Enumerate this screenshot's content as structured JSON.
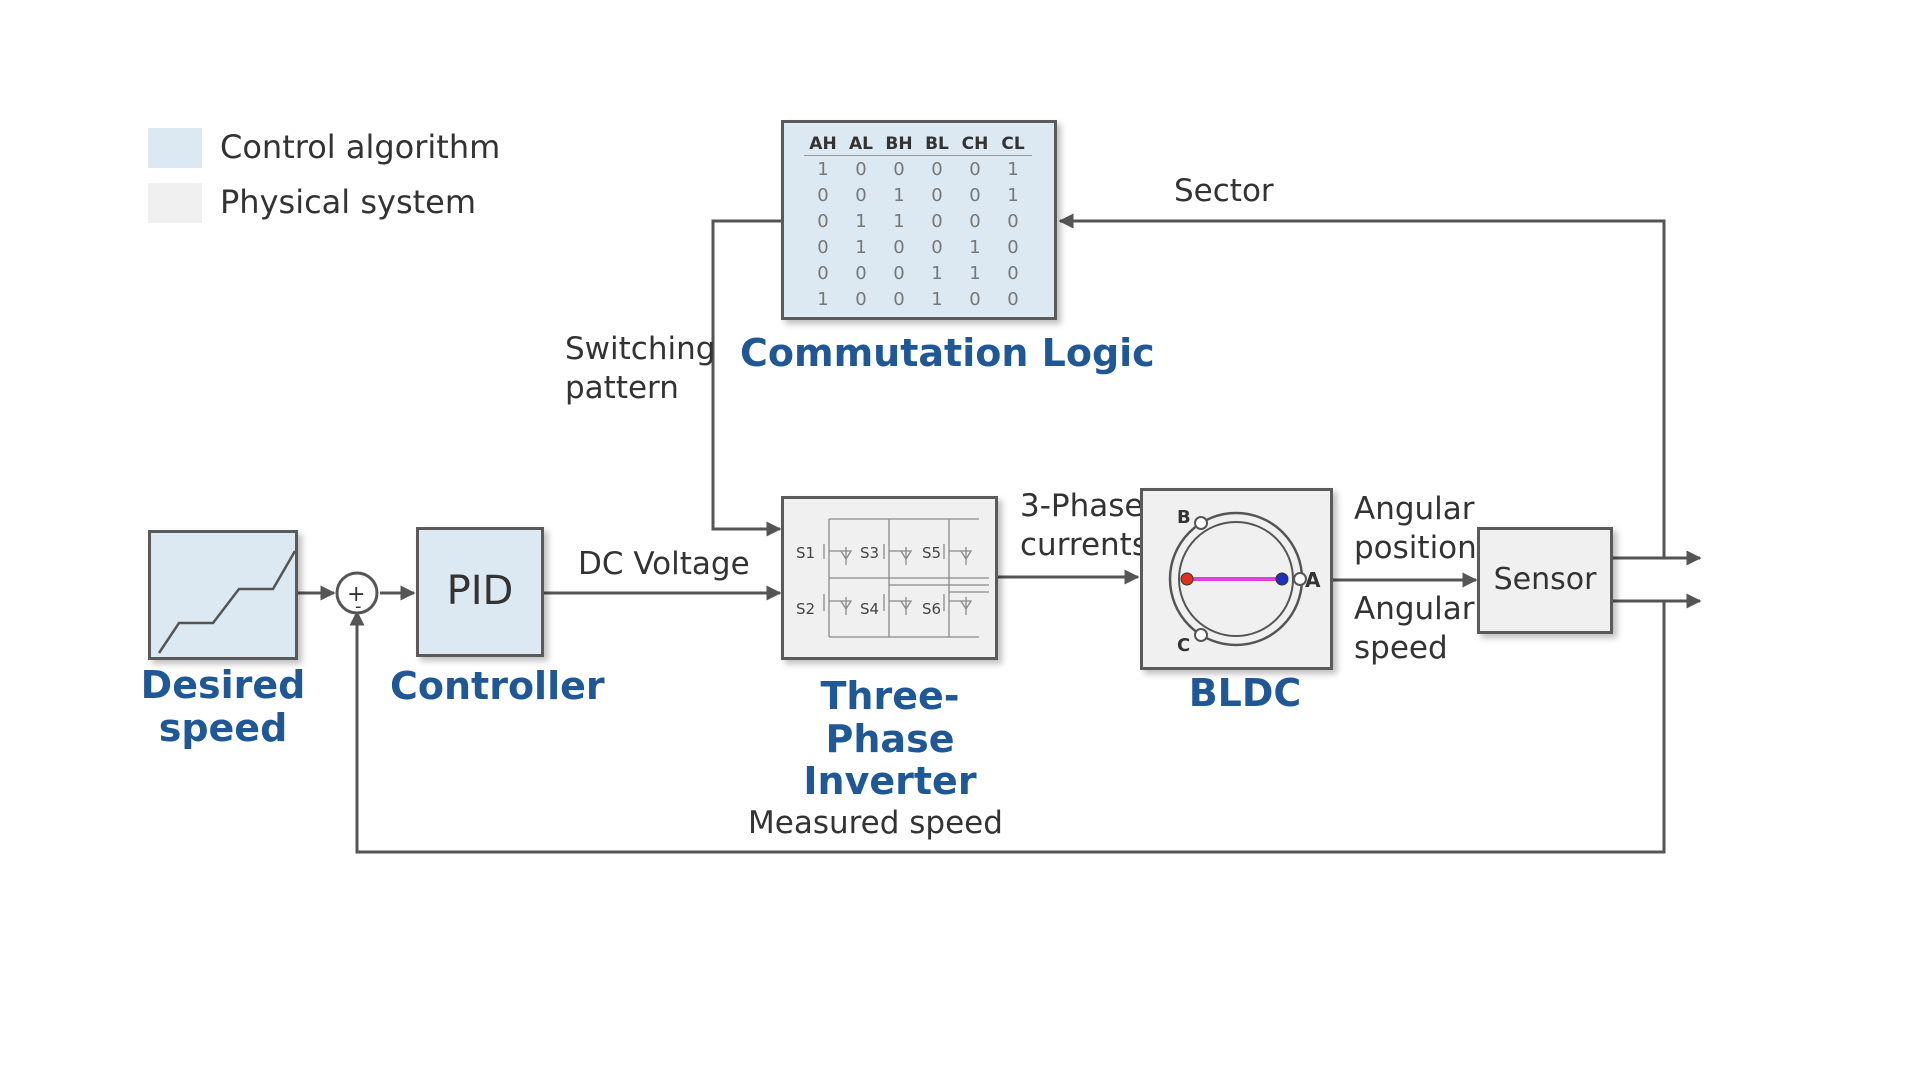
{
  "legend": {
    "control_label": "Control algorithm",
    "physical_label": "Physical system",
    "control_color": "#dce9f2",
    "physical_color": "#f0f0f0"
  },
  "blocks": {
    "desired_speed": "Desired\nspeed",
    "pid_inner": "PID",
    "controller": "Controller",
    "inverter": "Three-Phase\nInverter",
    "bldc": "BLDC",
    "sensor_inner": "Sensor",
    "commutation": "Commutation Logic"
  },
  "sum": {
    "plus": "+",
    "minus": "-"
  },
  "signals": {
    "dc_voltage": "DC Voltage",
    "three_phase": "3-Phase\ncurrents",
    "angular_position": "Angular\nposition",
    "angular_speed": "Angular\nspeed",
    "sector": "Sector",
    "switching": "Switching\npattern",
    "measured_speed": "Measured speed"
  },
  "truth_table": {
    "headers": [
      "AH",
      "AL",
      "BH",
      "BL",
      "CH",
      "CL"
    ],
    "rows": [
      [
        "1",
        "0",
        "0",
        "0",
        "0",
        "1"
      ],
      [
        "0",
        "0",
        "1",
        "0",
        "0",
        "1"
      ],
      [
        "0",
        "1",
        "1",
        "0",
        "0",
        "0"
      ],
      [
        "0",
        "1",
        "0",
        "0",
        "1",
        "0"
      ],
      [
        "0",
        "0",
        "0",
        "1",
        "1",
        "0"
      ],
      [
        "1",
        "0",
        "0",
        "1",
        "0",
        "0"
      ]
    ]
  },
  "inverter_switches": [
    "S1",
    "S3",
    "S5",
    "S2",
    "S4",
    "S6"
  ],
  "motor_phases": [
    "A",
    "B",
    "C"
  ],
  "colors": {
    "title_blue": "#1f5797",
    "line": "#555555",
    "rotor_bar": "#e040e0",
    "pole_red": "#e03020",
    "pole_blue": "#2030c0"
  }
}
